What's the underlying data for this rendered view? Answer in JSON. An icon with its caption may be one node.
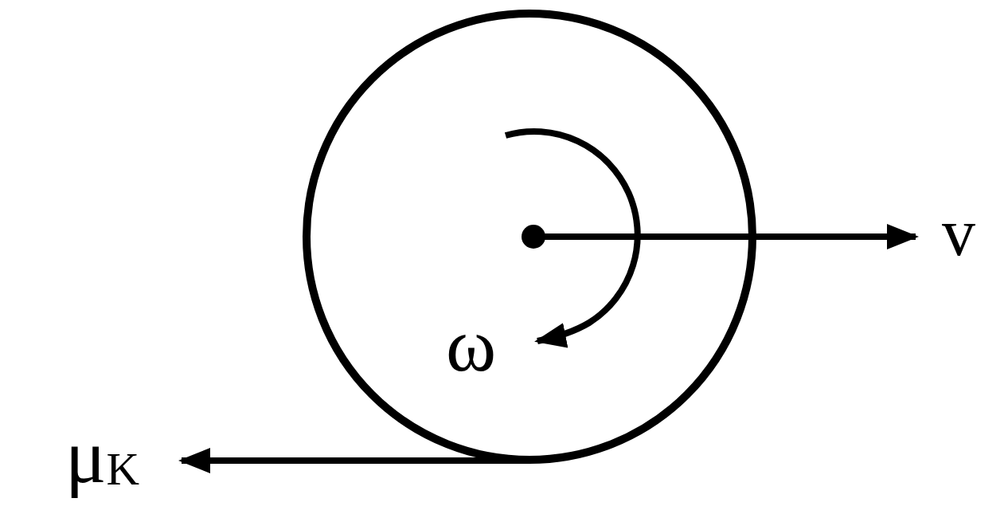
{
  "diagram": {
    "labels": [
      "v",
      "ω",
      "μ$_{K}$"
    ]
  }
}
